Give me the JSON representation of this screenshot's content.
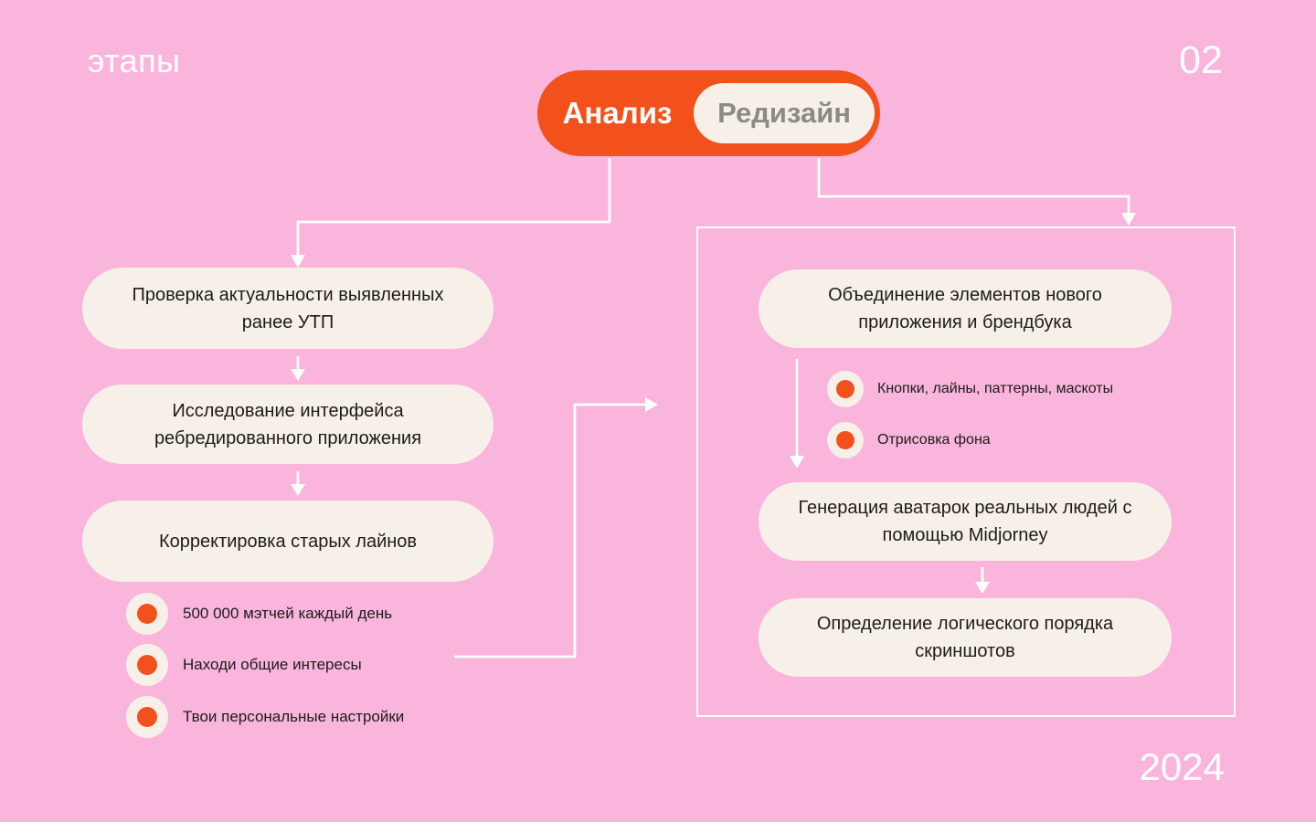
{
  "colors": {
    "background": "#F9B5DC",
    "accent_orange": "#F2511B",
    "pill_cream": "#F7F0E8",
    "text_dark": "#1C1C1A",
    "text_gray_inactive": "#8B8B86",
    "line_white": "#FFFFFF"
  },
  "header": {
    "kicker": "этапы",
    "page_number": "02",
    "toggle": {
      "active_tab": "Анализ",
      "inactive_tab": "Редизайн"
    }
  },
  "analysis_column": {
    "steps": [
      "Проверка актуальности выявленных ранее УТП",
      "Исследование интерфейса ребредированного приложения",
      "Корректировка старых лайнов"
    ],
    "bullets": [
      "500 000 мэтчей каждый день",
      "Находи общие интересы",
      "Твои персональные настройки"
    ]
  },
  "redesign_column": {
    "steps": [
      "Объединение элементов нового приложения и брендбука",
      "Генерация аватарок реальных людей с помощью Midjorney",
      "Определение логического порядка скриншотов"
    ],
    "bullets": [
      "Кнопки, лайны, паттерны, маскоты",
      "Отрисовка фона"
    ]
  },
  "footer": {
    "year": "2024"
  }
}
